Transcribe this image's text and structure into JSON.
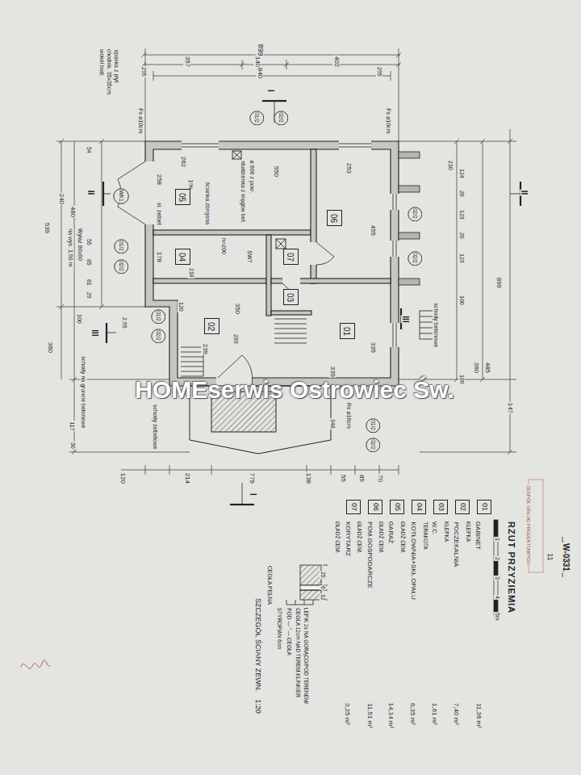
{
  "diagram": {
    "title": "RZUT PRZYZIEMIA",
    "nodes": [
      {
        "text": [
          "05"
        ]
      },
      {
        "text": [
          "04"
        ]
      },
      {
        "text": [
          "06"
        ]
      },
      {
        "text": [
          "07"
        ]
      },
      {
        "text": [
          "03"
        ]
      },
      {
        "text": [
          "02"
        ]
      },
      {
        "text": [
          "01"
        ]
      },
      {
        "text": [
          "01"
        ]
      },
      {
        "text": [
          "02"
        ]
      },
      {
        "text": [
          "03"
        ]
      },
      {
        "text": [
          "04"
        ]
      },
      {
        "text": [
          "05"
        ]
      },
      {
        "text": [
          "06"
        ]
      },
      {
        "text": [
          "07"
        ]
      },
      {
        "text": [
          "01/2"
        ]
      },
      {
        "text": [
          "02/2"
        ]
      },
      {
        "text": [
          "WK1"
        ]
      },
      {
        "text": [
          "01/2"
        ]
      },
      {
        "text": [
          "02/2"
        ]
      },
      {
        "text": [
          "01/2"
        ]
      },
      {
        "text": [
          "02/2"
        ]
      },
      {
        "text": [
          "02/2"
        ]
      },
      {
        "text": [
          "02/2"
        ]
      },
      {
        "text": [
          "01/2"
        ]
      },
      {
        "text": [
          "02/2"
        ]
      }
    ],
    "labels": [
      "899",
      "357",
      "140",
      "402",
      "295",
      "840",
      "295",
      "Fs ø10cm",
      "Fs ø10cm",
      "opaska z płyt",
      "chodnik. 35x35cm",
      "wokół bud.",
      "54",
      "240",
      "480",
      "539",
      "55",
      "85",
      "81",
      "29",
      "100",
      "360",
      "117",
      "30",
      "Wyłaz 80x60",
      "na wys. 1,90 m",
      "schody na gruncie betonowe",
      "schody żelbetowe",
      "120",
      "214",
      "779",
      "138",
      "55",
      "85",
      "70",
      "262",
      "550",
      "253",
      "258",
      "sł. żelbet",
      "1%",
      "ścianka zbrojona",
      "studzienka z kręgów bet.",
      "ø 600 z pokr.",
      "178",
      "h=200",
      "SW7",
      "218",
      "350",
      "120",
      "239",
      "283",
      "2,95",
      "455",
      "335",
      "339",
      "348",
      "Rs ø10cm",
      "schody betonowe",
      "210",
      "124",
      "20",
      "123",
      "20",
      "123",
      "100",
      "899",
      "485",
      "360",
      "189",
      "147",
      "II",
      "II",
      "III",
      "III",
      "I",
      "I",
      "1",
      "2",
      "3",
      "4",
      "5m",
      "W-0331",
      "11",
      "ZESPÓŁ USŁUG PROJEKTOWYCH",
      "GABINET",
      "KLEPKA",
      "11,36 m²",
      "POCZEKALNIA",
      "KLEPKA",
      "7,40 m²",
      "W.C.",
      "TERAKOTA",
      "1,61 m²",
      "KOTŁOWNIA+SKŁ.OPAŁU",
      "GŁADŹ CEM.",
      "6,35 m²",
      "GARAŻ",
      "GŁADŹ CEM.",
      "14,14 m²",
      "POM.GOSPODARCZE",
      "GŁADŹ CEM.",
      "11,51 m²",
      "KORYTARZ",
      "GŁADŹ CEM.",
      "3,25 m²",
      "25",
      "6",
      "12",
      "LEPIK 2x NA GORĄCO/POD TERENEM/",
      "CEGŁA 12cm NAD TEREM.KLINKIER",
      "POD — \" — CEGŁA",
      "STYROPIAN 6cm",
      "CEGŁA PEŁNA",
      "SZCZEGÓŁ ŚCIANY ZEWN.",
      "1:20",
      "HOMEserwis Ostrowiec Św."
    ]
  }
}
